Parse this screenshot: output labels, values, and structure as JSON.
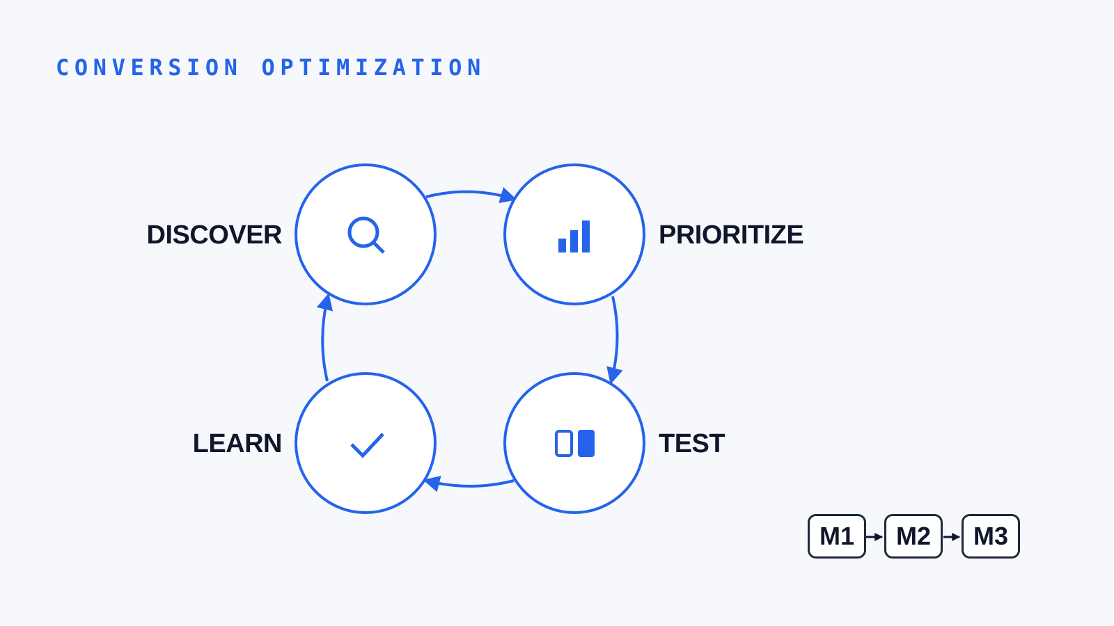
{
  "title": "CONVERSION OPTIMIZATION",
  "colors": {
    "accent": "#2563eb",
    "text": "#0f172a",
    "background": "#f6f8fc",
    "milestone_border": "#1e293b"
  },
  "steps": [
    {
      "label": "DISCOVER",
      "icon": "search-icon"
    },
    {
      "label": "PRIORITIZE",
      "icon": "bar-chart-icon"
    },
    {
      "label": "TEST",
      "icon": "split-test-icon"
    },
    {
      "label": "LEARN",
      "icon": "checkmark-icon"
    }
  ],
  "milestones": [
    "M1",
    "M2",
    "M3"
  ]
}
